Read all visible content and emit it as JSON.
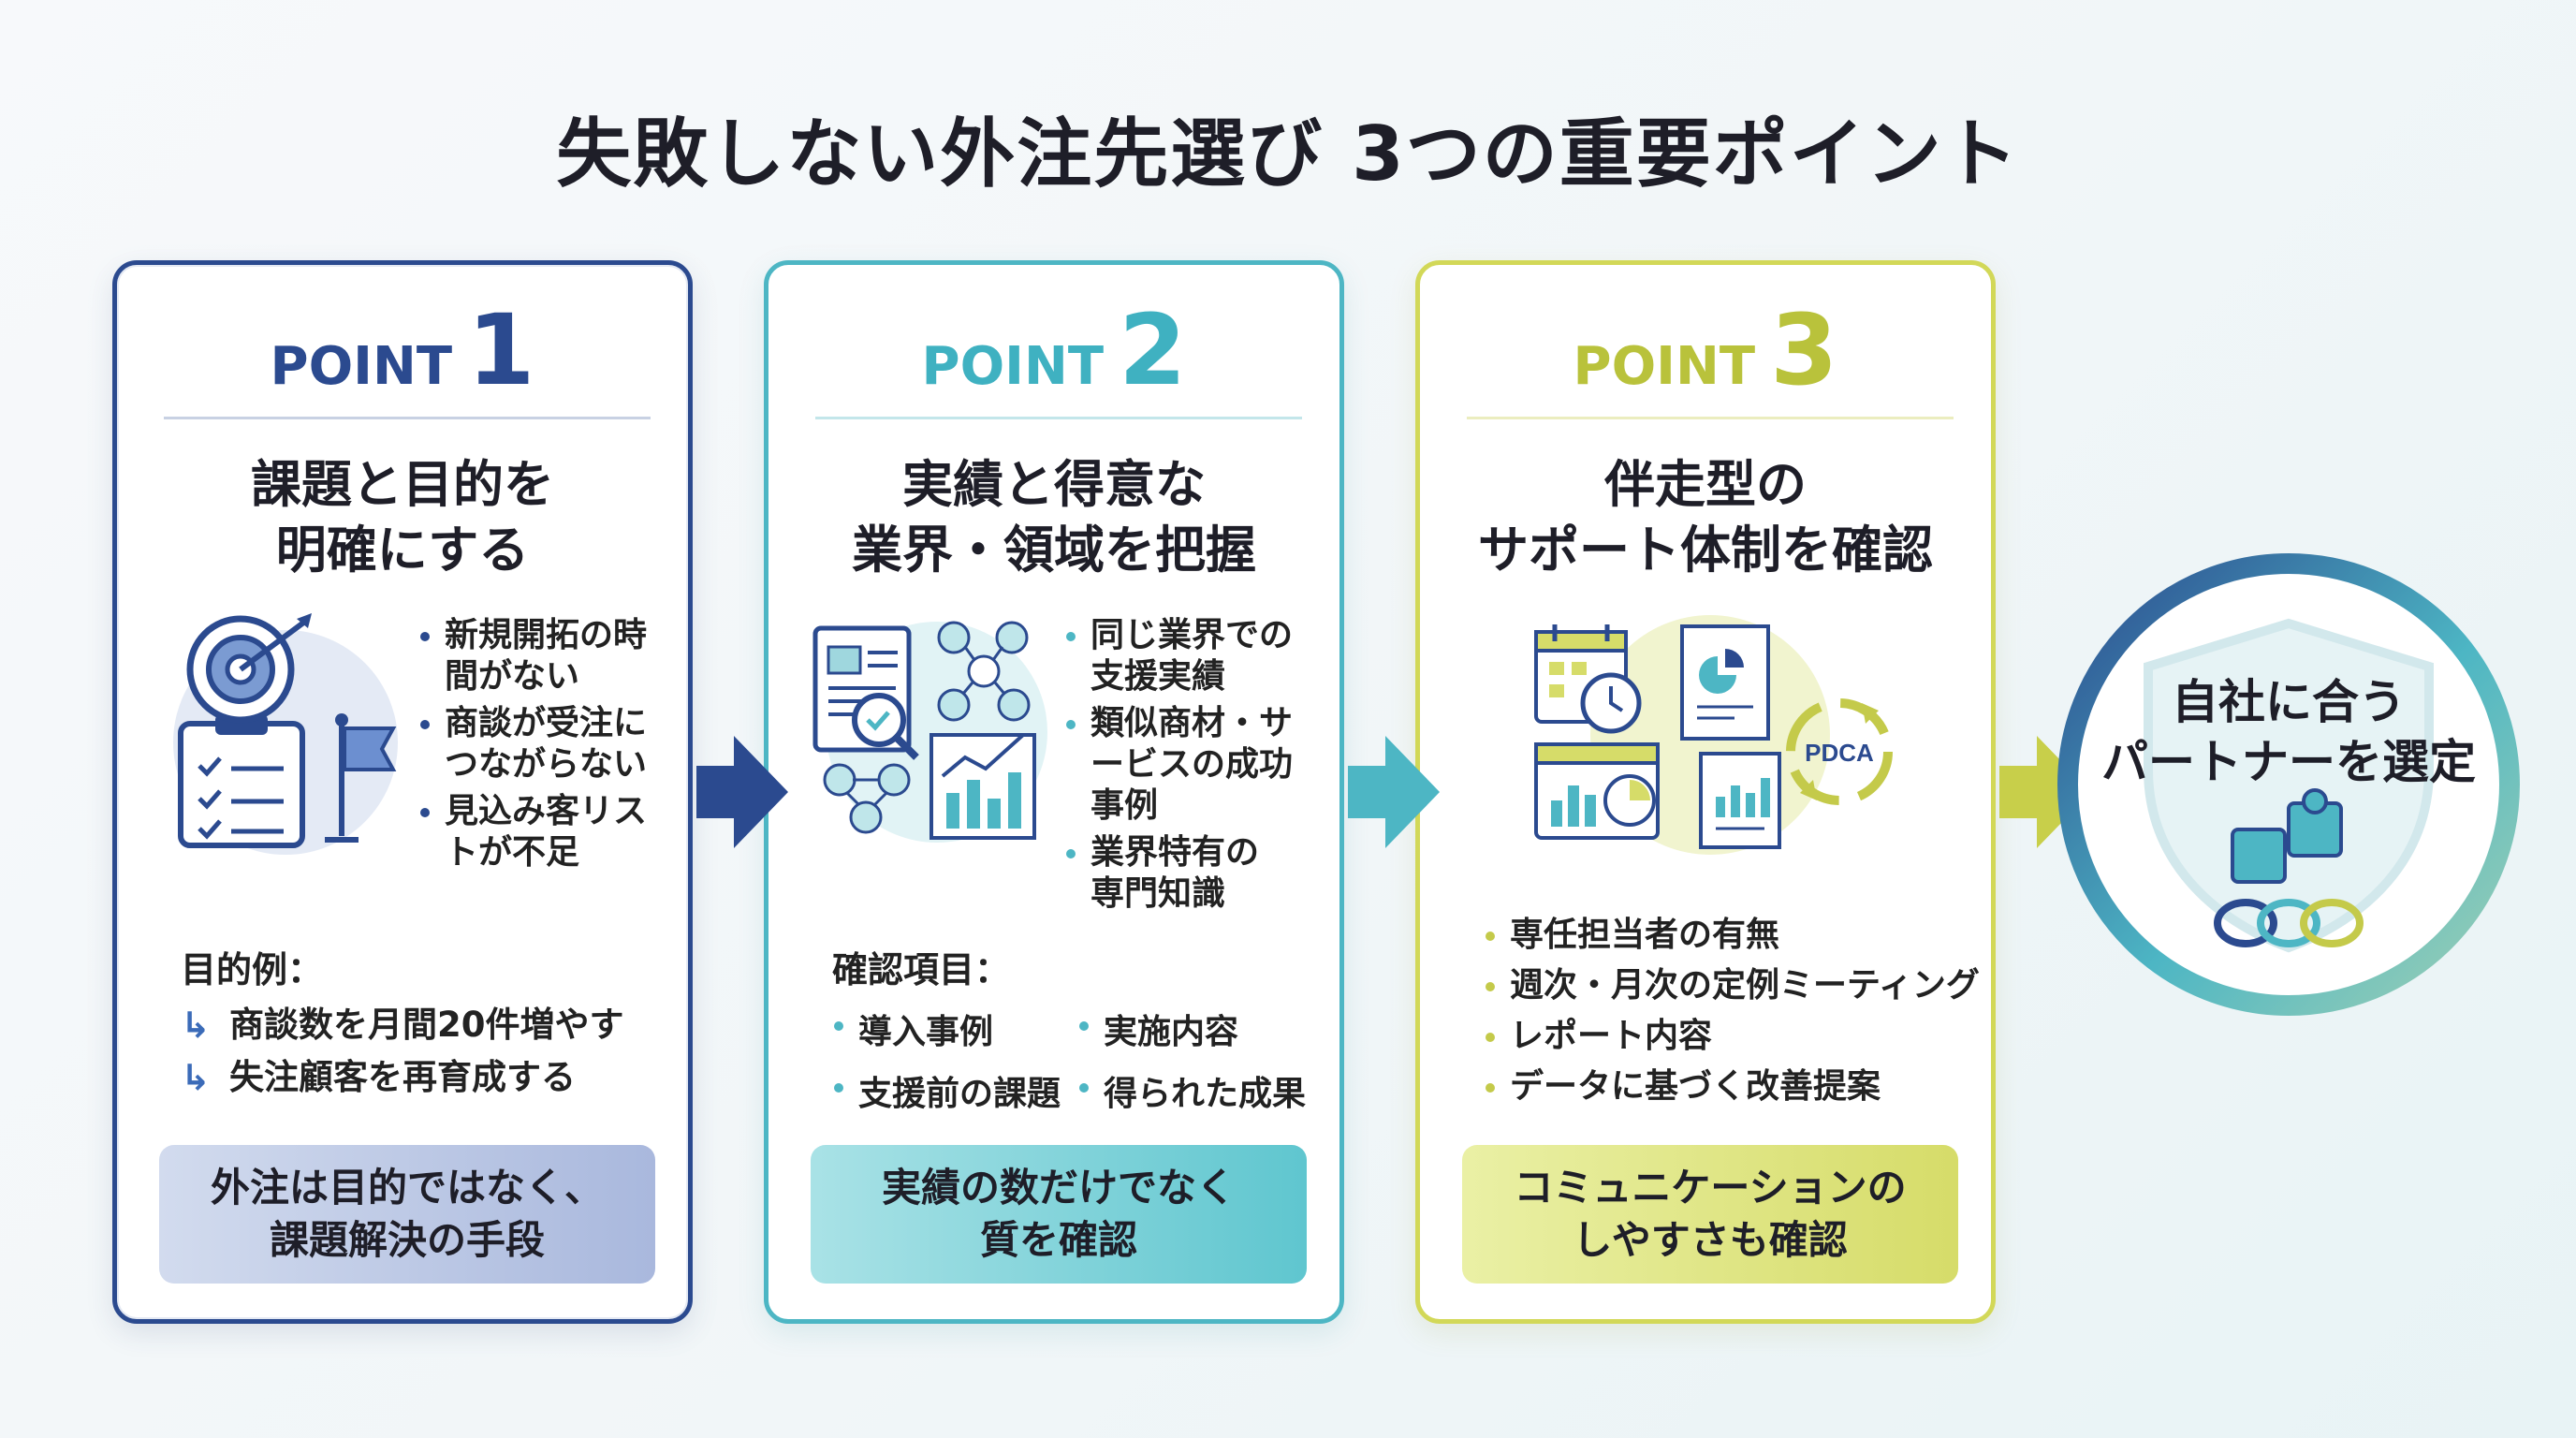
{
  "title": "失敗しない外注先選び 3つの重要ポイント",
  "cards": [
    {
      "point_label": "POINT",
      "point_number": "1",
      "heading": [
        "課題と目的を",
        "明確にする"
      ],
      "illustration": "target-clipboard-flag-icon",
      "bullets": [
        "新規開拓の時",
        "間がない",
        "商談が受注に",
        "つながらない",
        "見込み客リス",
        "トが不足"
      ],
      "section_label": "目的例：",
      "examples": [
        "商談数を月間20件増やす",
        "失注顧客を再育成する"
      ],
      "summary": [
        "外注は目的ではなく、",
        "課題解決の手段"
      ]
    },
    {
      "point_label": "POINT",
      "point_number": "2",
      "heading": [
        "実績と得意な",
        "業界・領域を把握"
      ],
      "illustration": "report-analysis-network-chart-icon",
      "bullets": [
        "同じ業界での",
        "支援実績",
        "類似商材・サ",
        "ービスの成功",
        "事例",
        "業界特有の",
        "専門知識"
      ],
      "section_label": "確認項目：",
      "check_items": [
        "導入事例",
        "実施内容",
        "支援前の課題",
        "得られた成果"
      ],
      "summary": [
        "実績の数だけでなく",
        "質を確認"
      ]
    },
    {
      "point_label": "POINT",
      "point_number": "3",
      "heading": [
        "伴走型の",
        "サポート体制を確認"
      ],
      "illustration": "calendar-report-pdca-icon",
      "pdca_label": "PDCA",
      "bullets": [
        "専任担当者の有無",
        "週次・月次の定例ミーティング",
        "レポート内容",
        "データに基づく改善提案"
      ],
      "summary": [
        "コミュニケーションの",
        "しやすさも確認"
      ]
    }
  ],
  "goal": {
    "text": [
      "自社に合う",
      "パートナーを選定"
    ],
    "icon": "shield-puzzle-chain-icon"
  },
  "colors": {
    "point1": "#2b4a8f",
    "point2": "#4db6c4",
    "point3": "#d2d858"
  }
}
